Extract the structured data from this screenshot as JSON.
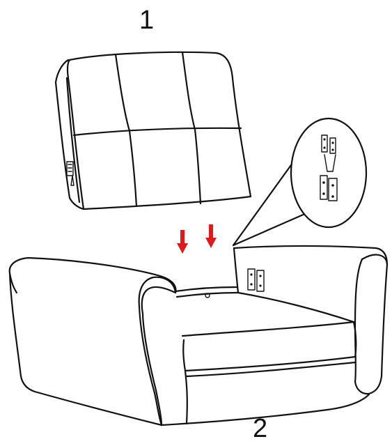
{
  "steps": [
    {
      "number": "1"
    },
    {
      "number": "2"
    }
  ],
  "colors": {
    "line": "#111111",
    "arrow": "#e0191b",
    "background": "#ffffff"
  },
  "icons": [
    "down-arrow-icon",
    "down-arrow-icon",
    "bracket-detail-callout"
  ]
}
